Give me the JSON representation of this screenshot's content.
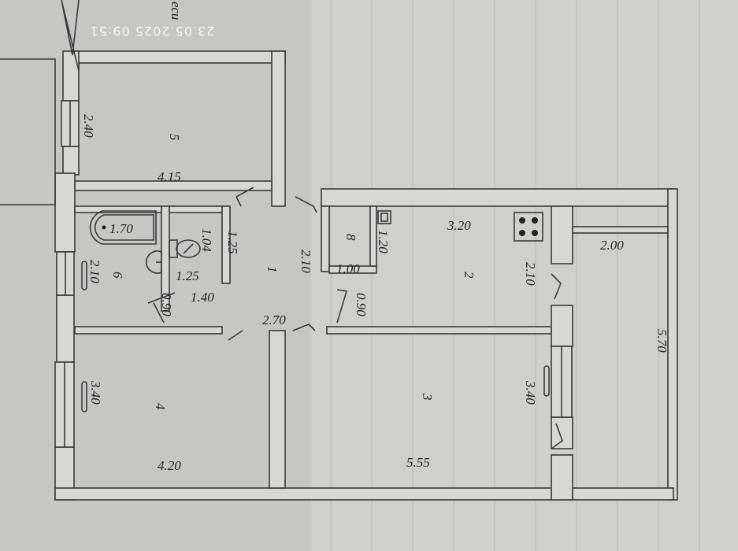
{
  "photo_timestamp": "23.05.2025 09:51",
  "top_caption_fragment": "еси",
  "rooms": [
    {
      "number": "1"
    },
    {
      "number": "2"
    },
    {
      "number": "3"
    },
    {
      "number": "4"
    },
    {
      "number": "5"
    },
    {
      "number": "6"
    },
    {
      "number": "8"
    }
  ],
  "dimensions": {
    "room5_height": "2.40",
    "room5_width": "4.15",
    "bath_tub": "1.70",
    "bath_height": "2.10",
    "wc_height": "1.04",
    "wc_width": "1.25",
    "wc_door_width": "1.40",
    "bath_door": "0.90",
    "corridor_left": "1.25",
    "corridor_height": "2.10",
    "corridor_width": "2.70",
    "pantry_height": "1.20",
    "pantry_width": "1.00",
    "kitchen_width": "3.20",
    "kitchen_height": "2.10",
    "kitchen_door": "0.90",
    "balcony_width": "2.00",
    "balcony_length": "5.70",
    "room4_height": "3.40",
    "room4_width": "4.20",
    "room3_height": "3.40",
    "room3_width": "5.55"
  },
  "icons": [
    "bathtub-icon",
    "toilet-icon",
    "sink-icon",
    "stove-icon",
    "window-icon",
    "door-swing-icon"
  ]
}
